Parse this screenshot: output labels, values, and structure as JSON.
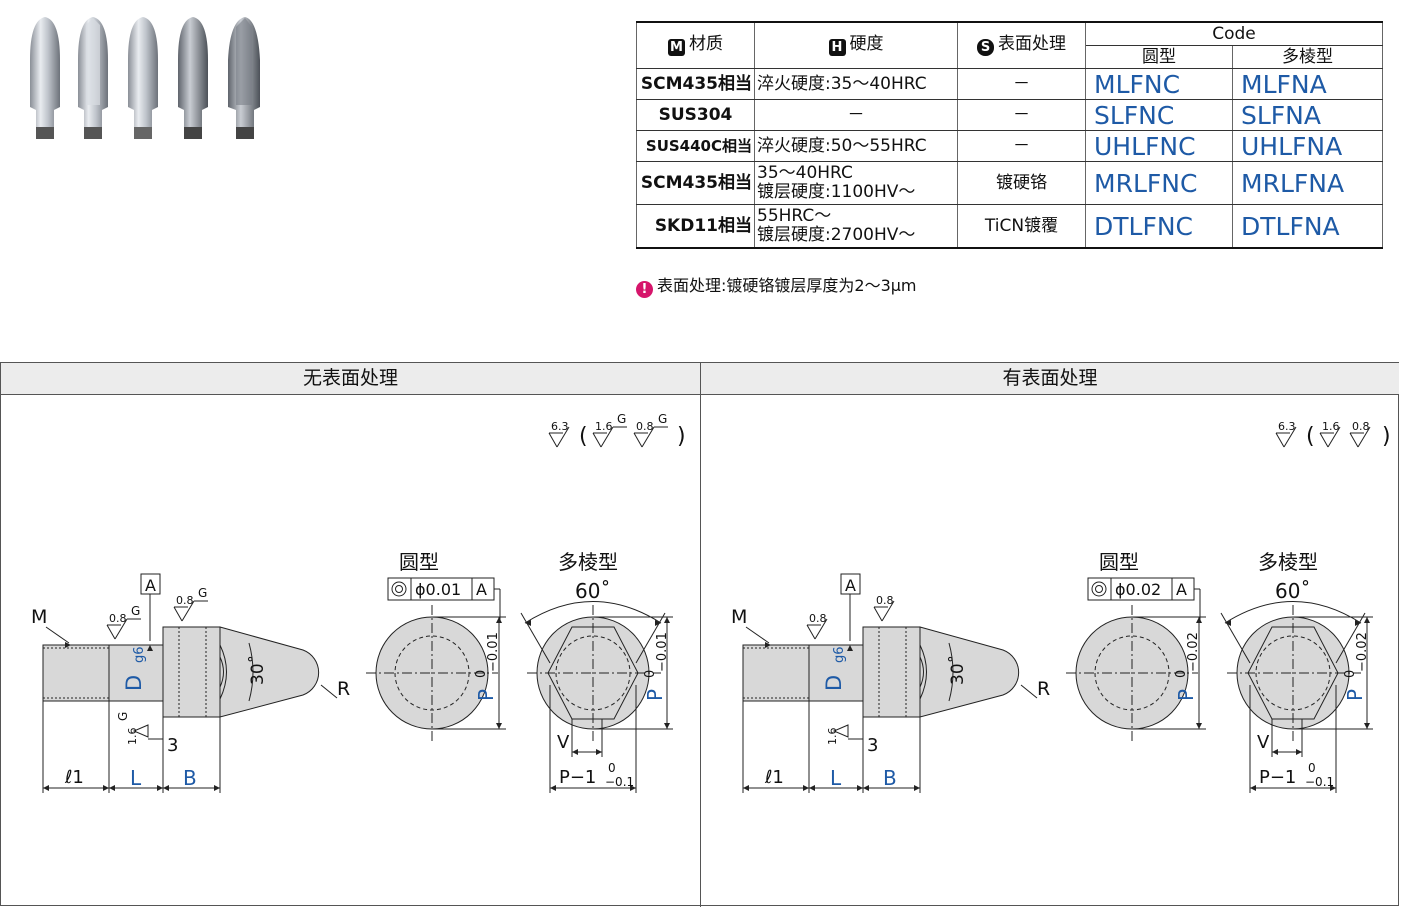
{
  "table": {
    "headers": {
      "material": {
        "badge": "M",
        "label": "材质"
      },
      "hardness": {
        "badge": "H",
        "label": "硬度"
      },
      "surface": {
        "badge": "S",
        "label": "表面处理"
      },
      "code": "Code",
      "round": "圆型",
      "poly": "多棱型"
    },
    "rows": [
      {
        "material": "SCM435相当",
        "hardness": "淬火硬度:35～40HRC",
        "hardness2": "",
        "surface": "－",
        "round": "MLFNC",
        "poly": "MLFNA"
      },
      {
        "material": "SUS304",
        "hardness": "－",
        "hardness2": "",
        "surface": "－",
        "round": "SLFNC",
        "poly": "SLFNA"
      },
      {
        "material": "SUS440C相当",
        "hardness": "淬火硬度:50～55HRC",
        "hardness2": "",
        "surface": "－",
        "round": "UHLFNC",
        "poly": "UHLFNA"
      },
      {
        "material": "SCM435相当",
        "hardness": "35～40HRC",
        "hardness2": "镀层硬度:1100HV～",
        "surface": "镀硬铬",
        "round": "MRLFNC",
        "poly": "MRLFNA"
      },
      {
        "material": "SKD11相当",
        "hardness": "55HRC～",
        "hardness2": "镀层硬度:2700HV～",
        "surface": "TiCN镀覆",
        "round": "DTLFNC",
        "poly": "DTLFNA"
      }
    ]
  },
  "note": {
    "icon": "!",
    "text": "表面处理:镀硬铬镀层厚度为2～3μm"
  },
  "panels": {
    "left": {
      "title": "无表面处理",
      "tolerance_concentric": "ϕ0.01",
      "p_tol_upper": "0",
      "p_tol_lower": "−0.01"
    },
    "right": {
      "title": "有表面处理",
      "tolerance_concentric": "ϕ0.02",
      "p_tol_upper": "0",
      "p_tol_lower": "−0.02"
    }
  },
  "drawing": {
    "round_title": "圆型",
    "poly_title": "多棱型",
    "angle_60": "60˚",
    "angle_30": "30˚",
    "datum": "A",
    "label_M": "M",
    "label_R": "R",
    "label_D": "D",
    "label_g6": "g6",
    "label_l1": "ℓ1",
    "label_L": "L",
    "label_B": "B",
    "label_P": "P",
    "label_V": "V",
    "label_3": "3",
    "label_P1": "P−1",
    "p1_upper": "0",
    "p1_lower": "−0.1",
    "rough_63": "6.3",
    "rough_16": "1.6",
    "rough_08": "0.8",
    "rough_G": "G",
    "paren_open": "(",
    "paren_close": ")"
  },
  "colors": {
    "code_blue": "#1e5aa6",
    "dim_blue": "#1e5aa6",
    "note_pink": "#d6156b",
    "header_gray": "#ececec"
  }
}
